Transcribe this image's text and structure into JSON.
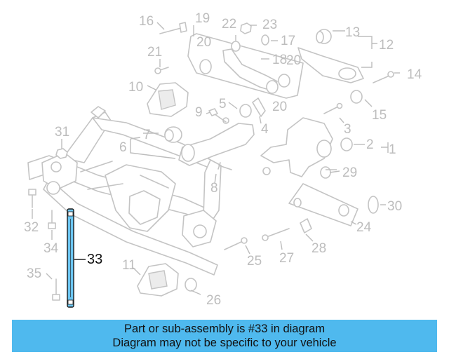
{
  "callouts": [
    "1",
    "2",
    "3",
    "4",
    "5",
    "6",
    "7",
    "8",
    "9",
    "10",
    "11",
    "12",
    "13",
    "14",
    "15",
    "16",
    "17",
    "18",
    "19",
    "20",
    "20",
    "20",
    "21",
    "22",
    "23",
    "24",
    "25",
    "26",
    "27",
    "28",
    "29",
    "30",
    "31",
    "32",
    "33",
    "34",
    "35"
  ],
  "highlighted_part": "33",
  "banner": {
    "line1": "Part or sub-assembly is #33 in diagram",
    "line2": "Diagram may not be specific to your vehicle"
  },
  "colors": {
    "banner_background": "#4fb9ee",
    "highlight_part": "#6cc6f2",
    "diagram_lines": "#c4c4c4",
    "callout_text": "#bdbdbd"
  }
}
